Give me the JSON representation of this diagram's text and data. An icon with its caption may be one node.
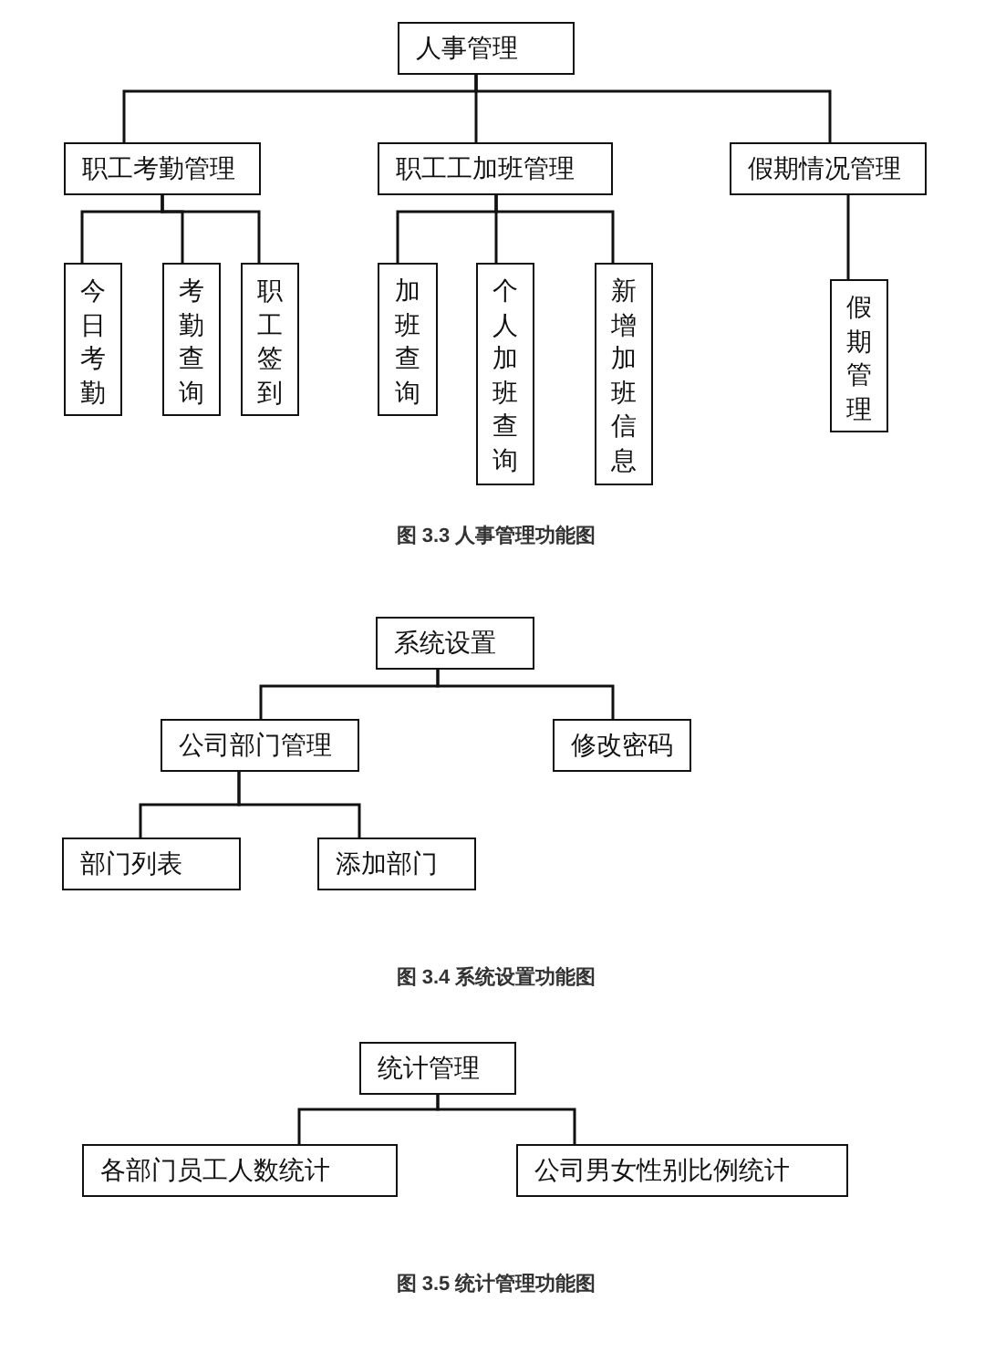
{
  "diagram": {
    "nodes": [
      {
        "text": [
          "人事管理"
        ]
      },
      {
        "text": [
          "职工考勤管理"
        ]
      },
      {
        "text": [
          "职工工加班管理"
        ]
      },
      {
        "text": [
          "假期情况管理"
        ]
      },
      {
        "text": [
          "今日考勤"
        ]
      },
      {
        "text": [
          "考勤查询"
        ]
      },
      {
        "text": [
          "职工签到"
        ]
      },
      {
        "text": [
          "加班查询"
        ]
      },
      {
        "text": [
          "个人加班查询"
        ]
      },
      {
        "text": [
          "新增加班信息"
        ]
      },
      {
        "text": [
          "假期管理"
        ]
      },
      {
        "text": [
          "系统设置"
        ]
      },
      {
        "text": [
          "公司部门管理"
        ]
      },
      {
        "text": [
          "修改密码"
        ]
      },
      {
        "text": [
          "部门列表"
        ]
      },
      {
        "text": [
          "添加部门"
        ]
      },
      {
        "text": [
          "统计管理"
        ]
      },
      {
        "text": [
          "各部门员工人数统计"
        ]
      },
      {
        "text": [
          "公司男女性别比例统计"
        ]
      }
    ],
    "edges": [
      {
        "from": 0,
        "to": 1,
        "arrow": "none"
      },
      {
        "from": 0,
        "to": 2,
        "arrow": "none"
      },
      {
        "from": 0,
        "to": 3,
        "arrow": "none"
      },
      {
        "from": 1,
        "to": 4,
        "arrow": "none"
      },
      {
        "from": 1,
        "to": 5,
        "arrow": "none"
      },
      {
        "from": 1,
        "to": 6,
        "arrow": "none"
      },
      {
        "from": 2,
        "to": 7,
        "arrow": "none"
      },
      {
        "from": 2,
        "to": 8,
        "arrow": "none"
      },
      {
        "from": 2,
        "to": 9,
        "arrow": "none"
      },
      {
        "from": 3,
        "to": 10,
        "arrow": "none"
      },
      {
        "from": 11,
        "to": 12,
        "arrow": "none"
      },
      {
        "from": 11,
        "to": 13,
        "arrow": "none"
      },
      {
        "from": 12,
        "to": 14,
        "arrow": "none"
      },
      {
        "from": 12,
        "to": 15,
        "arrow": "none"
      },
      {
        "from": 16,
        "to": 17,
        "arrow": "none"
      },
      {
        "from": 16,
        "to": 18,
        "arrow": "none"
      }
    ],
    "labels": [
      "图 3.3 人事管理功能图",
      "图 3.4 系统设置功能图",
      "图 3.5 统计管理功能图"
    ]
  }
}
